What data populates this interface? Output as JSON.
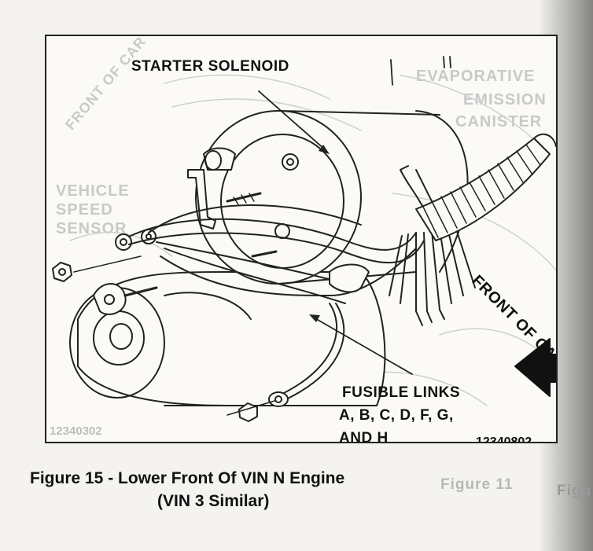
{
  "callouts": {
    "starter_solenoid": "STARTER SOLENOID",
    "front_of_car": "FRONT OF CAR",
    "fusible_links_title": "FUSIBLE LINKS",
    "fusible_links_line1": "A, B, C, D, F, G,",
    "fusible_links_line2": "AND H"
  },
  "part_numbers": {
    "right": "12340802",
    "left_ghost": "12340302"
  },
  "ghost_text": {
    "evaporative": "EVAPORATIVE",
    "emission": "EMISSION",
    "canister": "CANISTER",
    "vehicle": "VEHICLE",
    "speed": "SPEED",
    "sensor": "SENSOR",
    "front_of_car": "FRONT OF CAR",
    "figure_ghost": "Figure 11",
    "figure_ghost_right": "Figu"
  },
  "caption": {
    "line1": "Figure 15 - Lower Front Of VIN N Engine",
    "line2": "(VIN 3 Similar)"
  }
}
